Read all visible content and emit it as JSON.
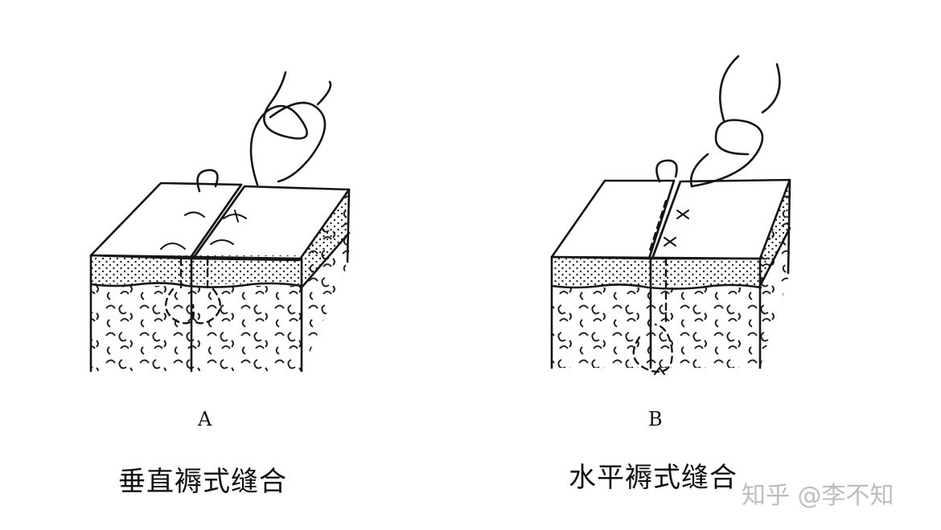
{
  "figure": {
    "panel_a": {
      "letter": "A",
      "caption": "垂直褥式缝合"
    },
    "panel_b": {
      "letter": "B",
      "caption": "水平褥式缝合"
    },
    "watermark": "知乎 @李不知"
  }
}
